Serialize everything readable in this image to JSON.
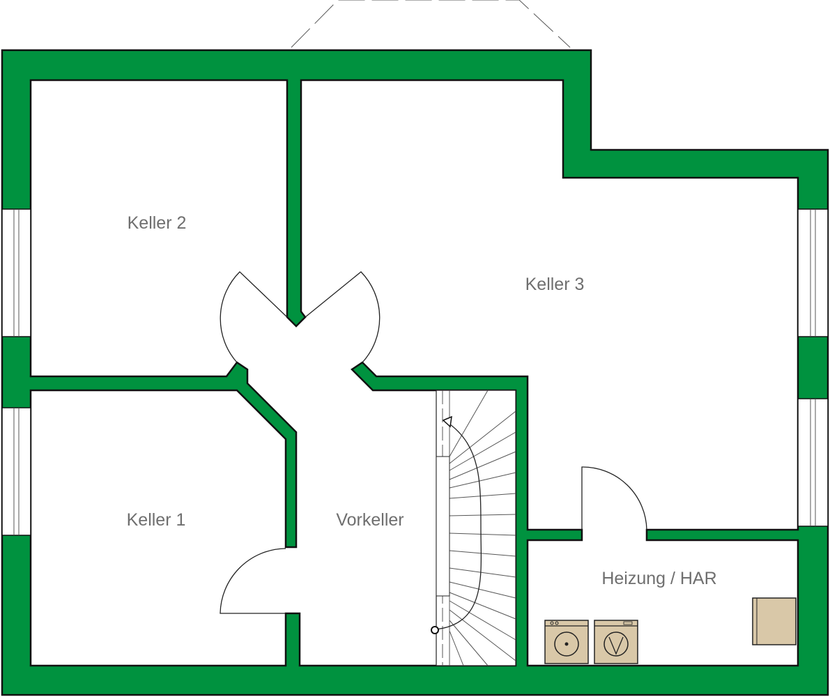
{
  "rooms": {
    "keller2": "Keller 2",
    "keller3": "Keller 3",
    "keller1": "Keller 1",
    "vorkeller": "Vorkeller",
    "heizung": "Heizung / HAR"
  },
  "colors": {
    "wall": "#00923f",
    "appliance": "#d9c8a8",
    "text": "#6f6f6f"
  },
  "icons": [
    "washing-machine-icon",
    "dryer-icon",
    "boiler-icon",
    "stair-arrow-icon"
  ]
}
